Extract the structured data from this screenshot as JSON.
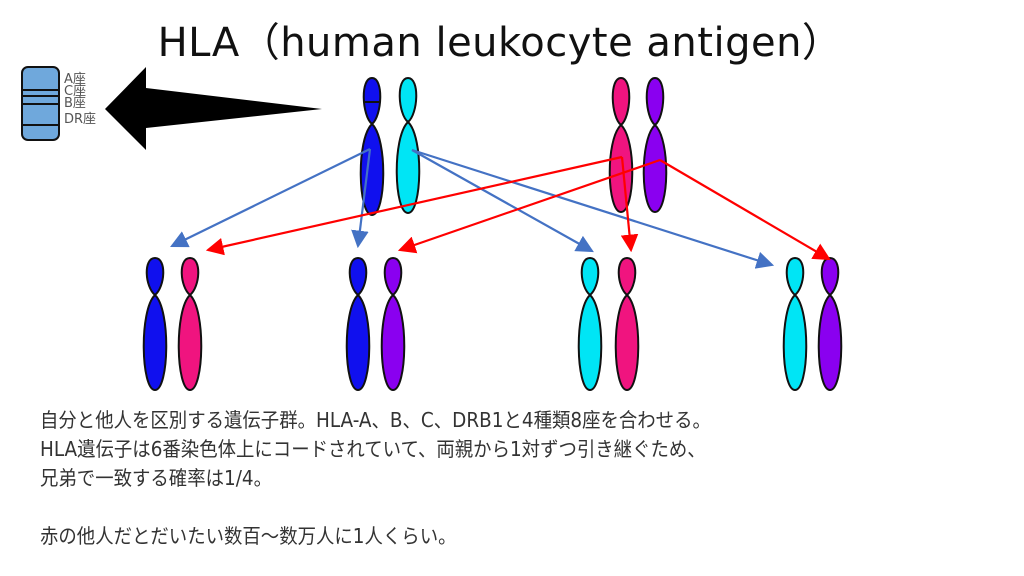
{
  "title": "HLA（human leukocyte antigen）",
  "loci": [
    "A座",
    "C座",
    "B座",
    "DR座"
  ],
  "text": {
    "line1": "自分と他人を区別する遺伝子群。HLA-A、B、C、DRB1と4種類8座を合わせる。",
    "line2": "HLA遺伝子は6番染色体上にコードされていて、両親から1対ずつ引き継ぐため、",
    "line3": "兄弟で一致する確率は1/4。",
    "line4": "赤の他人だとだいたい数百〜数万人に1人くらい。"
  },
  "colors": {
    "father_a": "#1010ee",
    "father_b": "#00e5f5",
    "mother_a": "#f0147f",
    "mother_b": "#8a00f0",
    "arrow_father": "#4472c4",
    "arrow_mother": "#ff0000",
    "gene_box": "#6fa8dc"
  }
}
